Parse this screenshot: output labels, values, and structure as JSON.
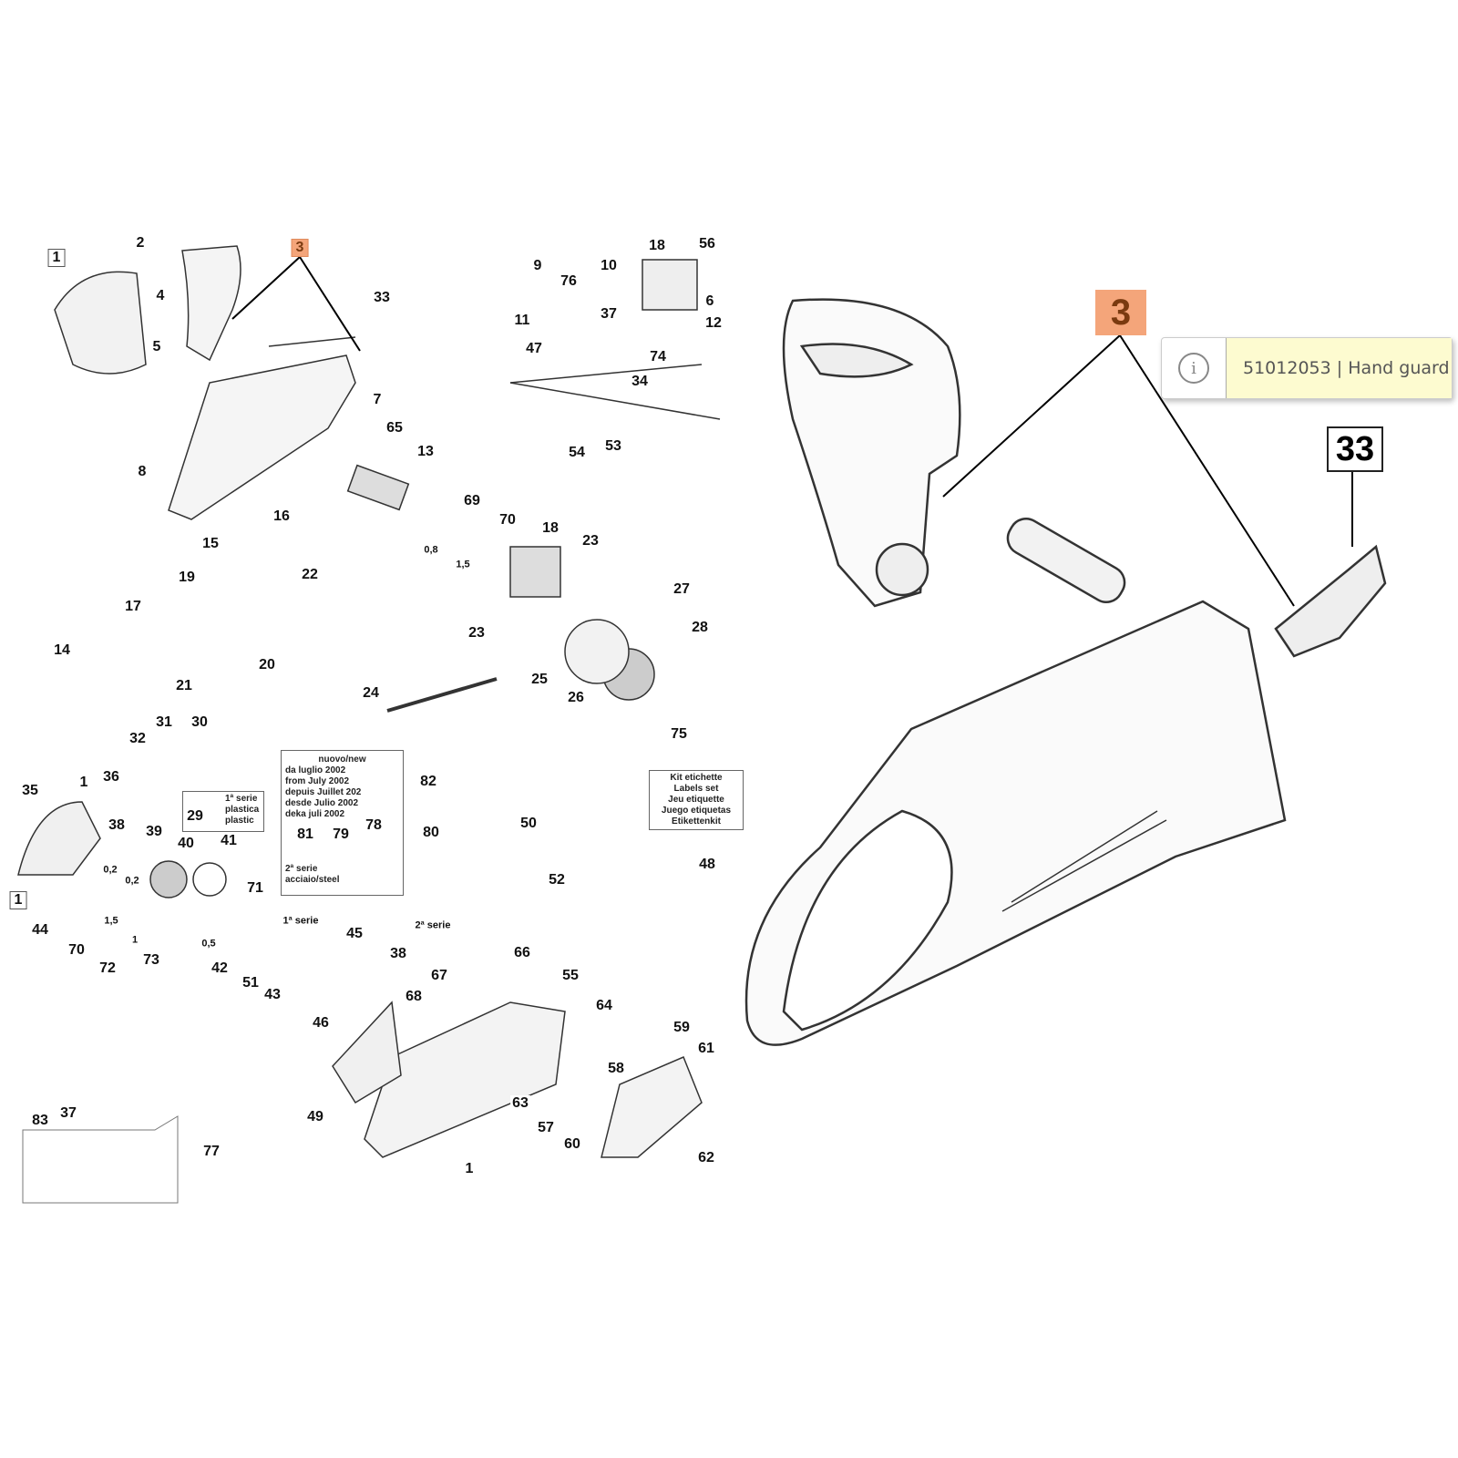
{
  "tooltip": {
    "icon": "info-icon",
    "text": "51012053 | Hand guard"
  },
  "highlight": {
    "part": "3",
    "color": "#f4a57a"
  },
  "detail_labels": {
    "hand_guard": "3",
    "part_33": "33"
  },
  "note_new": [
    "nuovo/new",
    "da luglio 2002",
    "from July 2002",
    "depuis Juillet 202",
    "desde Julio 2002",
    "deka juli 2002"
  ],
  "note_2serie": [
    "2ª serie",
    "acciaio/steel"
  ],
  "note_1serie": [
    "1ª serie",
    "plastica",
    "plastic"
  ],
  "note_2serie_80": "2ª serie",
  "note_1serie_71": "1ª serie",
  "labels_kit": [
    "Kit etichette",
    "Labels set",
    "Jeu etiquette",
    "Juego etiquetas",
    "Etikettenkit"
  ],
  "callouts": [
    "1",
    "2",
    "3",
    "4",
    "5",
    "33",
    "9",
    "76",
    "10",
    "18",
    "56",
    "6",
    "12",
    "11",
    "37",
    "47",
    "74",
    "34",
    "54",
    "53",
    "7",
    "65",
    "13",
    "8",
    "16",
    "15",
    "69",
    "70",
    "18",
    "23",
    "0,8",
    "1,5",
    "19",
    "22",
    "17",
    "27",
    "28",
    "23",
    "14",
    "20",
    "21",
    "24",
    "25",
    "26",
    "31",
    "30",
    "32",
    "75",
    "1",
    "36",
    "35",
    "38",
    "39",
    "40",
    "41",
    "0,2",
    "0,2",
    "29",
    "82",
    "81",
    "79",
    "78",
    "80",
    "50",
    "52",
    "48",
    "1",
    "44",
    "1,5",
    "1",
    "70",
    "72",
    "73",
    "0,5",
    "71",
    "42",
    "51",
    "43",
    "45",
    "38",
    "66",
    "67",
    "68",
    "46",
    "55",
    "64",
    "59",
    "61",
    "58",
    "63",
    "57",
    "60",
    "49",
    "62",
    "83",
    "37",
    "77",
    "1"
  ]
}
